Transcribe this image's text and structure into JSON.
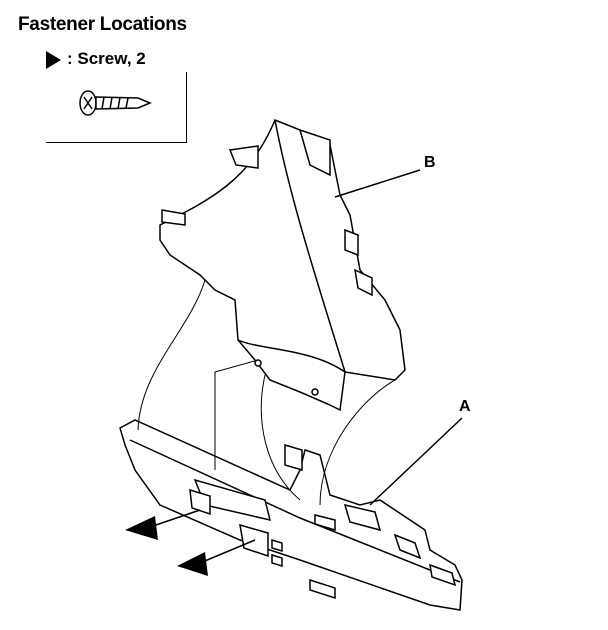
{
  "title": "Fastener Locations",
  "legend": {
    "symbol": "arrow-right",
    "label": ": Screw, 2"
  },
  "callouts": {
    "a": "A",
    "b": "B"
  }
}
